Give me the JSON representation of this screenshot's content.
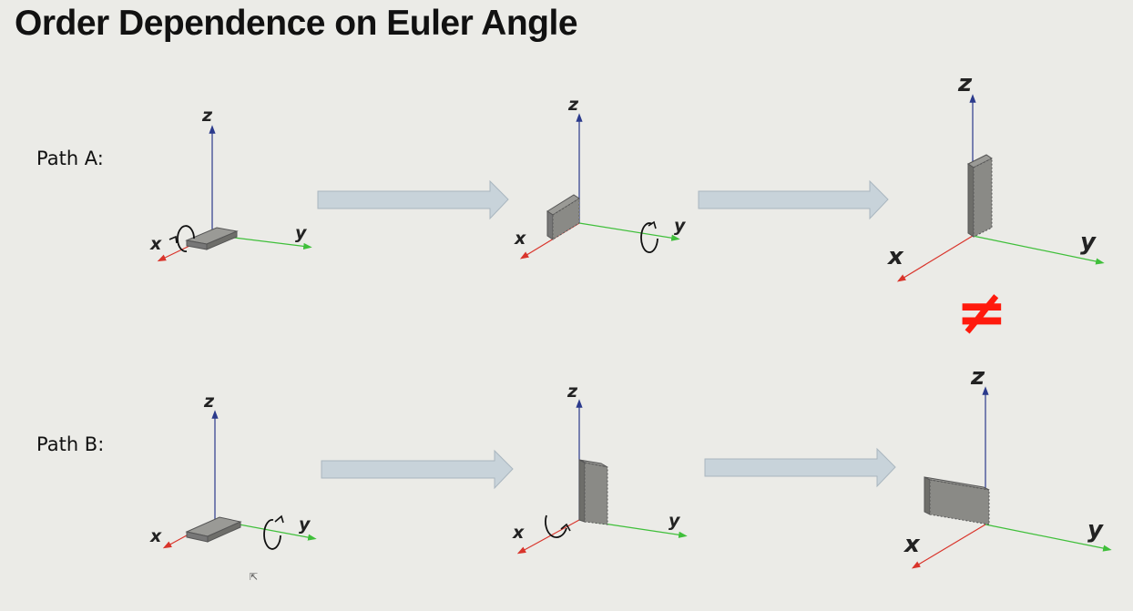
{
  "title": "Order Dependence on Euler Angle",
  "paths": [
    {
      "label": "Path A:"
    },
    {
      "label": "Path B:"
    }
  ],
  "axis_labels": {
    "x": "x",
    "y": "y",
    "z": "z"
  },
  "not_equal_symbol": "≠",
  "colors": {
    "x_axis": "#d9342b",
    "y_axis": "#3fbf3a",
    "z_axis": "#2b3a8c",
    "arrow_fill": "#c8d3da",
    "plate_face": "#8a8a86",
    "plate_edge": "#5a5a56",
    "not_equal": "#ff1a0d"
  },
  "cursor_glyph": "⇱"
}
